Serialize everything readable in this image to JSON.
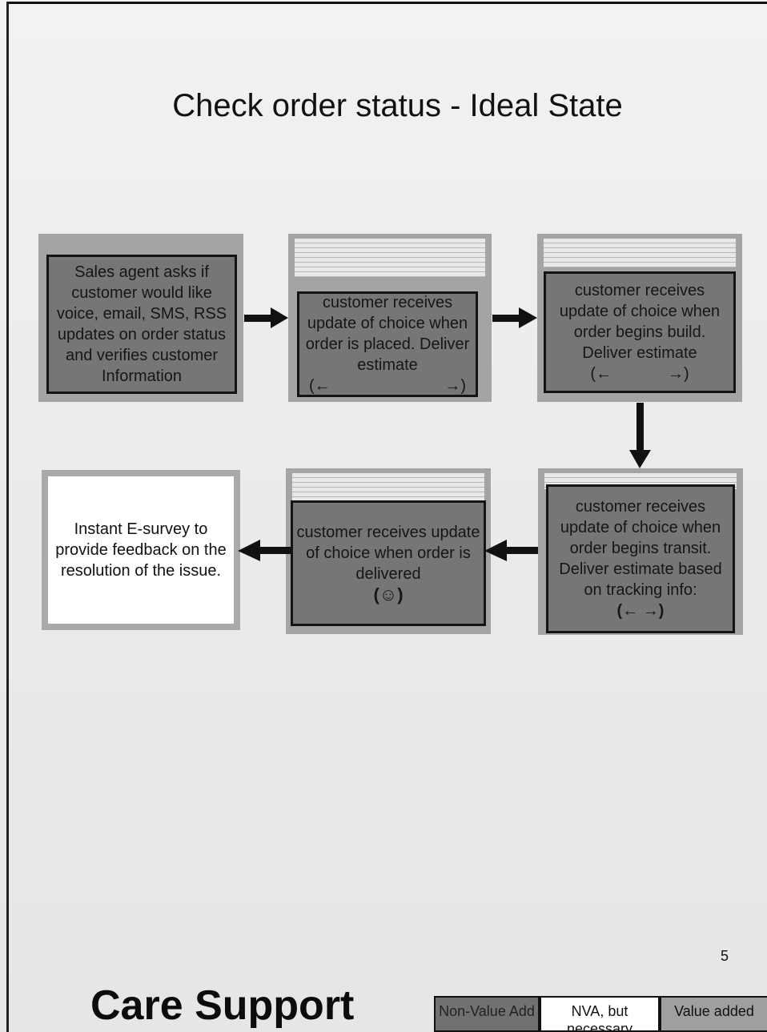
{
  "slide": {
    "title": "Check order status - Ideal State",
    "brand": "Care Support",
    "page_number": "5"
  },
  "steps": [
    {
      "text": "Sales agent asks if customer would like voice, email, SMS, RSS updates on order status and verifies customer Information"
    },
    {
      "text": "customer receives update of choice when order is placed. Deliver estimate",
      "arrow_left": "(←",
      "arrow_right": "→)"
    },
    {
      "text": "customer receives update of choice when order begins build. Deliver estimate",
      "arrow_left": "(←",
      "arrow_right": "→)"
    },
    {
      "text": "customer receives update of choice when order begins transit.  Deliver estimate based on tracking info:",
      "arrows": "(← →)"
    },
    {
      "text": "customer receives update of choice when order is delivered",
      "emoji": "(☺)"
    },
    {
      "text": "Instant E-survey to provide feedback on the resolution of the issue."
    }
  ],
  "legend": [
    "Non-Value Add",
    "NVA, but necessary",
    "Value added"
  ],
  "colors": {
    "dark_box": "#767676",
    "card": "#a4a4a4",
    "white_box": "#ffffff"
  }
}
